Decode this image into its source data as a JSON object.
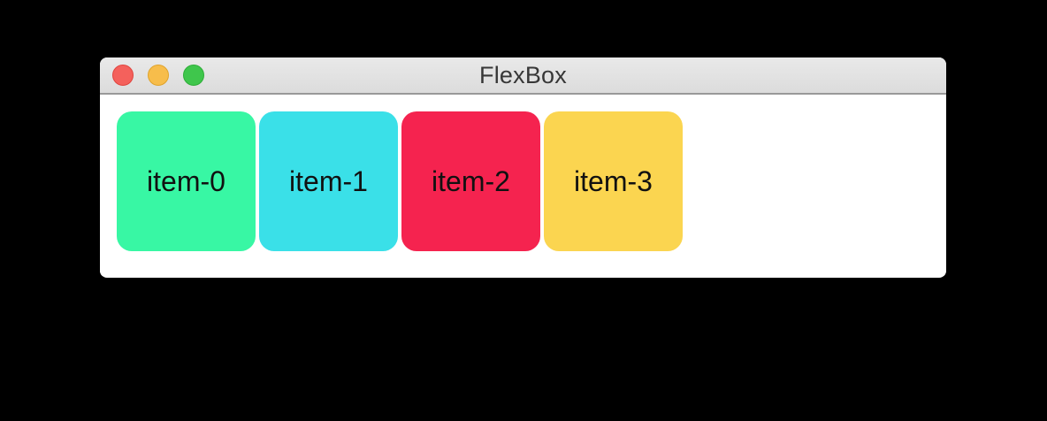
{
  "desktop": {
    "background_color": "#000000"
  },
  "window": {
    "title": "FlexBox",
    "background_color": "#ffffff",
    "chrome": {
      "titlebar_gradient_top": "#e9e9e9",
      "titlebar_gradient_bottom": "#dcdcdc",
      "titlebar_border_color": "#999999",
      "title_text_color": "#373737"
    },
    "traffic_lights": [
      {
        "name": "close",
        "color": "#f4615c",
        "border_color": "#e0443e"
      },
      {
        "name": "minimize",
        "color": "#f7bd4b",
        "border_color": "#dfa32b"
      },
      {
        "name": "zoom",
        "color": "#3fc64c",
        "border_color": "#2ead38"
      }
    ]
  },
  "content": {
    "item_text_color": "#111111",
    "items": [
      {
        "label": "item-0",
        "color": "#38f7a4"
      },
      {
        "label": "item-1",
        "color": "#3ae0e8"
      },
      {
        "label": "item-2",
        "color": "#f5234f"
      },
      {
        "label": "item-3",
        "color": "#fbd550"
      }
    ]
  }
}
